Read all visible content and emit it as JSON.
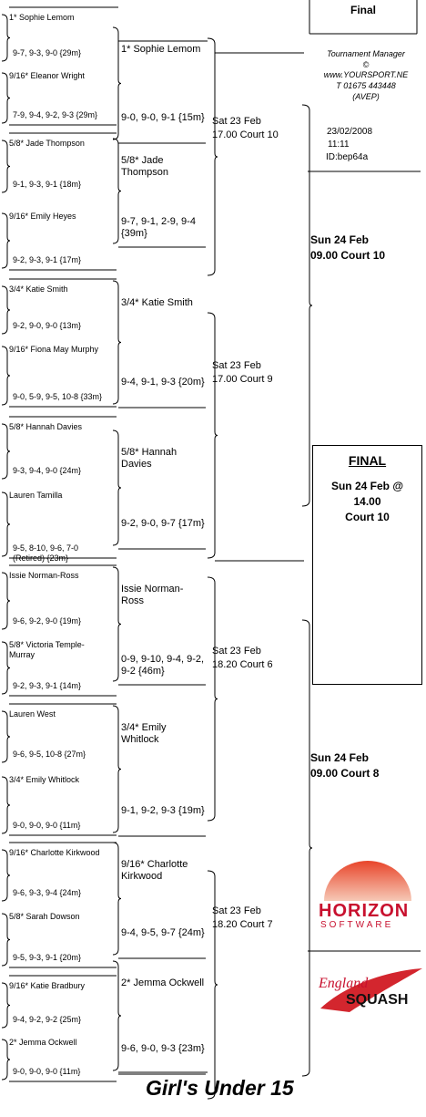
{
  "title": "Girl's Under 15",
  "final_header": "Final",
  "manager": {
    "line1": "Tournament Manager",
    "line2": "©",
    "line3": "www.YOURSPORT.NE",
    "line4": "T 01675 443448",
    "line5": "(AVEP)"
  },
  "stamp": {
    "date": "23/02/2008",
    "time": "11:11",
    "id": "ID:bep64a"
  },
  "final_box": {
    "heading": "FINAL",
    "line1": "Sun 24 Feb @",
    "line2": "14.00",
    "line3": "Court 10"
  },
  "round1": [
    {
      "name": "1* Sophie Lemom",
      "score": "9-7, 9-3, 9-0 {29m}"
    },
    {
      "name": "9/16* Eleanor Wright",
      "score": "7-9, 9-4, 9-2, 9-3 {29m}"
    },
    {
      "name": "5/8* Jade Thompson",
      "score": "9-1, 9-3, 9-1 {18m}"
    },
    {
      "name": "9/16* Emily Heyes",
      "score": "9-2, 9-3, 9-1 {17m}"
    },
    {
      "name": "3/4* Katie Smith",
      "score": "9-2, 9-0, 9-0 {13m}"
    },
    {
      "name": "9/16* Fiona May Murphy",
      "score": "9-0, 5-9, 9-5, 10-8 {33m}"
    },
    {
      "name": "5/8* Hannah Davies",
      "score": "9-3, 9-4, 9-0 {24m}"
    },
    {
      "name": "Lauren Tamilla",
      "score": "9-5, 8-10, 9-6, 7-0 (Retired) {23m}"
    },
    {
      "name": "Issie Norman-Ross",
      "score": "9-6, 9-2, 9-0 {19m}"
    },
    {
      "name": "5/8* Victoria Temple-Murray",
      "score": "9-2, 9-3, 9-1 {14m}"
    },
    {
      "name": "Lauren West",
      "score": "9-6, 9-5, 10-8 {27m}"
    },
    {
      "name": "3/4* Emily Whitlock",
      "score": "9-0, 9-0, 9-0 {11m}"
    },
    {
      "name": "9/16* Charlotte Kirkwood",
      "score": "9-6, 9-3, 9-4 {24m}"
    },
    {
      "name": "5/8* Sarah Dowson",
      "score": "9-5, 9-3, 9-1 {20m}"
    },
    {
      "name": "9/16* Katie Bradbury",
      "score": "9-4, 9-2, 9-2 {25m}"
    },
    {
      "name": "2* Jemma Ockwell",
      "score": "9-0, 9-0, 9-0 {11m}"
    }
  ],
  "round2": [
    {
      "name": "1* Sophie Lemom",
      "score": "9-0, 9-0, 9-1 {15m}"
    },
    {
      "name": "5/8* Jade Thompson",
      "score": "9-7, 9-1, 2-9, 9-4 {39m}"
    },
    {
      "name": "3/4* Katie Smith",
      "score": "9-4, 9-1, 9-3 {20m}"
    },
    {
      "name": "5/8* Hannah Davies",
      "score": "9-2, 9-0, 9-7 {17m}"
    },
    {
      "name": "Issie Norman-Ross",
      "score": "0-9, 9-10, 9-4, 9-2, 9-2 {46m}"
    },
    {
      "name": "3/4* Emily Whitlock",
      "score": "9-1, 9-2, 9-3 {19m}"
    },
    {
      "name": "9/16* Charlotte Kirkwood",
      "score": "9-4, 9-5, 9-7 {24m}"
    },
    {
      "name": "2* Jemma Ockwell",
      "score": "9-6, 9-0, 9-3 {23m}"
    }
  ],
  "quarter_schedule": [
    {
      "day": "Sat 23 Feb",
      "slot": "17.00 Court 10"
    },
    {
      "day": "Sat 23 Feb",
      "slot": "17.00 Court 9"
    },
    {
      "day": "Sat 23 Feb",
      "slot": "18.20 Court 6"
    },
    {
      "day": "Sat 23 Feb",
      "slot": "18.20 Court 7"
    }
  ],
  "semi_schedule": [
    {
      "day": "Sun 24 Feb",
      "slot": "09.00 Court 10"
    },
    {
      "day": "Sun 24 Feb",
      "slot": "09.00 Court 8"
    }
  ],
  "logos": {
    "horizon_top": "HORIZON",
    "horizon_bottom": "SOFTWARE",
    "england": "England",
    "squash": "SQUASH"
  }
}
